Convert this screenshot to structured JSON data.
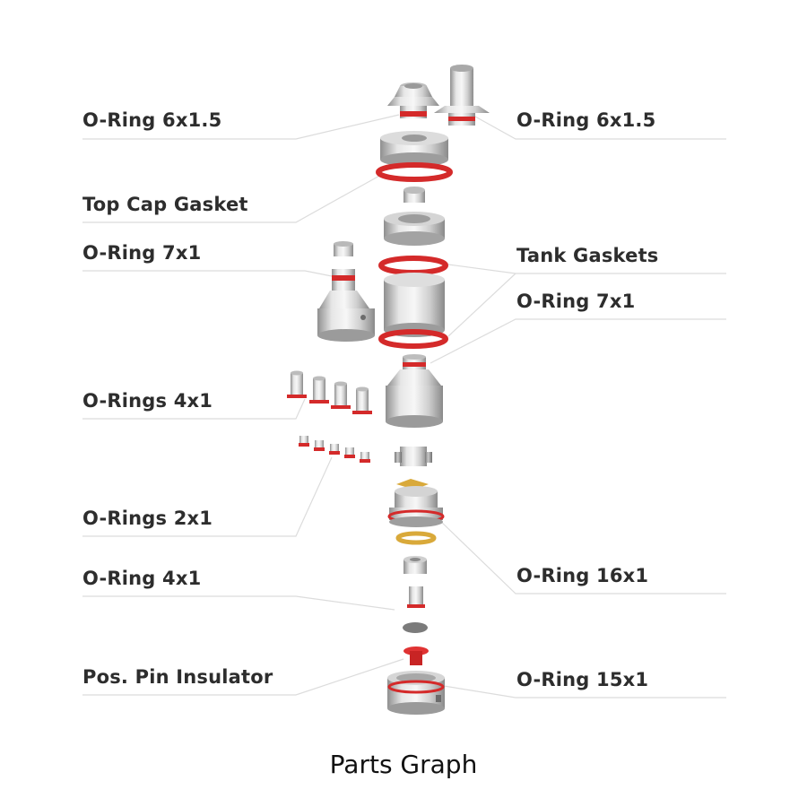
{
  "labels_left": [
    "O-Ring 6x1.5",
    "Top Cap Gasket",
    "O-Ring 7x1",
    "O-Rings 4x1",
    "O-Rings 2x1",
    "O-Ring 4x1",
    "Pos. Pin Insulator"
  ],
  "labels_right": [
    "O-Ring 6x1.5",
    "Tank Gaskets",
    "O-Ring 7x1",
    "O-Ring 16x1",
    "O-Ring 15x1"
  ],
  "caption": "Parts Graph",
  "colors": {
    "oring_red": "#d42a2a",
    "metal": "#c9c9c9",
    "gold": "#d9a93a",
    "leader_line": "#dcdcdc",
    "text": "#2d2d2d"
  }
}
